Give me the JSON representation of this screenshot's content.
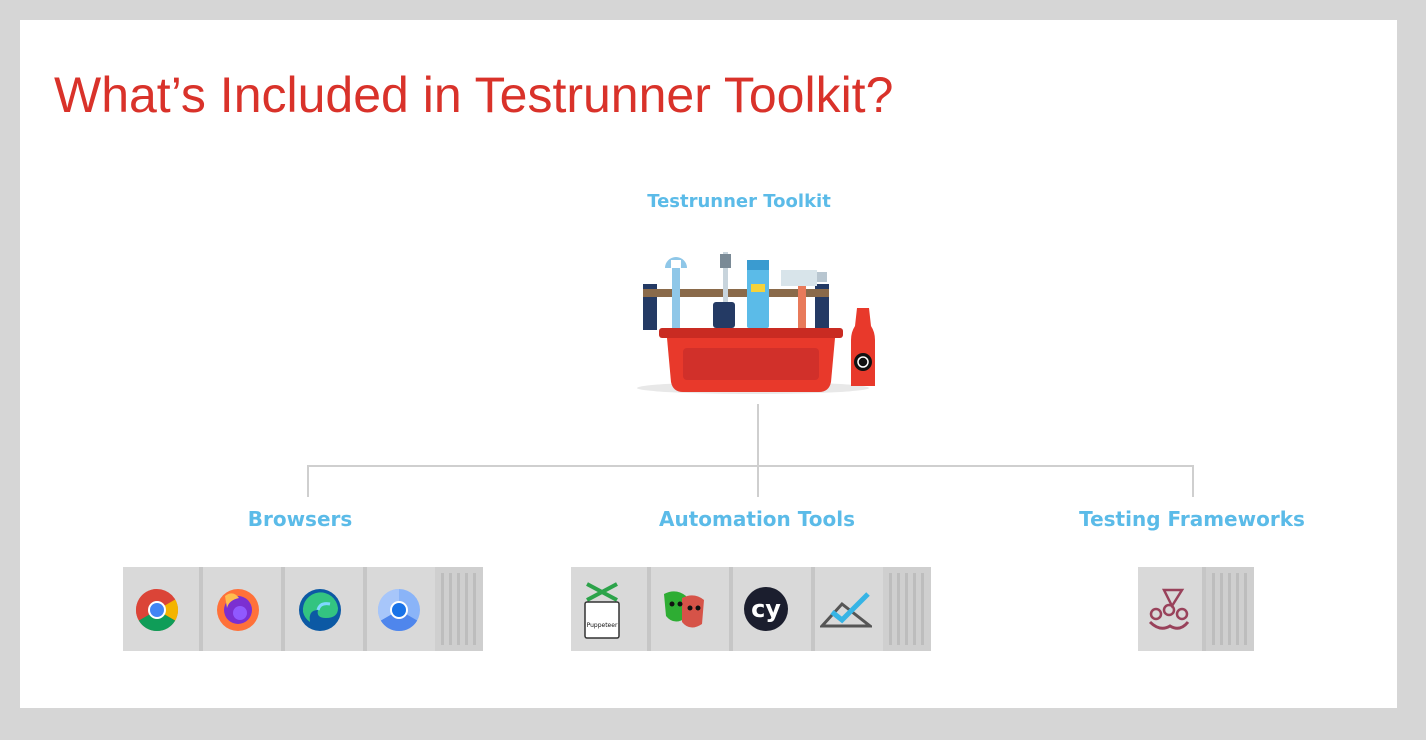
{
  "slide": {
    "title": "What’s Included in Testrunner Toolkit?"
  },
  "toolkit": {
    "label": "Testrunner Toolkit",
    "icon": "toolbox-icon",
    "bottle_icon": "sauce-bottle-icon"
  },
  "categories": [
    {
      "label": "Browsers",
      "icons": [
        "chrome-icon",
        "firefox-icon",
        "edge-icon",
        "chromium-icon"
      ]
    },
    {
      "label": "Automation Tools",
      "icons": [
        "puppeteer-icon",
        "playwright-icon",
        "cypress-icon",
        "testcafe-icon"
      ]
    },
    {
      "label": "Testing Frameworks",
      "icons": [
        "jest-icon"
      ]
    }
  ],
  "logos": {
    "puppeteer_text": "Puppeteer",
    "cypress_text": "cy"
  },
  "colors": {
    "title": "#d9322a",
    "heading": "#5bbbe8",
    "toolbox": "#e8392b",
    "connector": "#cfcfcf",
    "container": "#d9d9d9"
  }
}
